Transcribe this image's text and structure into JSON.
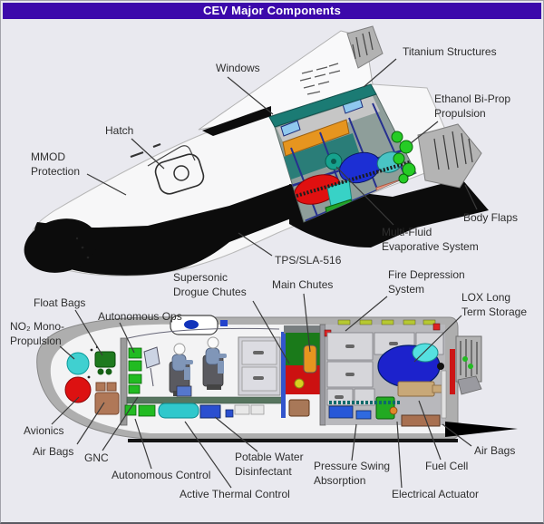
{
  "title": "CEV Major Components",
  "colors": {
    "titlebar_bg": "#3c09ab",
    "titlebar_text": "#ffffff",
    "page_bg": "#e9e9ef",
    "label_text": "#2e2e2e",
    "leader_line": "#3a3a3a"
  },
  "palette": {
    "nose_black": "#0c0c0c",
    "hull_white": "#f7f7f8",
    "shell_gray": "#aeaeae",
    "teal_roof": "#1b7b74",
    "truss_blue": "#26308f",
    "tank_red": "#e01010",
    "tank_blue": "#1c2fd4",
    "tank_cyan": "#49c4c4",
    "thruster_green": "#25cc25",
    "chute_green": "#1a7a1a",
    "chute_red": "#cc1111",
    "chute_orange": "#e6951f",
    "lox_blue": "#1c22cc",
    "fuel_cell_tan": "#c8a878",
    "actuator_green": "#22aa22",
    "airbag_brown": "#a87050",
    "float_bag_green": "#1e7a1e",
    "mono_prop_cyan": "#40d0d0",
    "avionics_red": "#dd1111",
    "thermal_cyan": "#30c8cc"
  },
  "labels": {
    "windows": "Windows",
    "titanium_structures": "Titanium Structures",
    "ethanol_biprop": "Ethanol Bi-Prop\nPropulsion",
    "hatch": "Hatch",
    "mmod_protection": "MMOD\nProtection",
    "body_flaps": "Body Flaps",
    "multi_fluid": "Multi-Fluid\nEvaporative System",
    "tps": "TPS/SLA-516",
    "supersonic_drogue": "Supersonic\nDrogue Chutes",
    "main_chutes": "Main Chutes",
    "fire_depression": "Fire Depression\nSystem",
    "lox_storage": "LOX Long\nTerm Storage",
    "float_bags": "Float Bags",
    "autonomous_ops": "Autonomous Ops",
    "no2_mono": "NO₂ Mono-\nPropulsion",
    "avionics": "Avionics",
    "air_bags_left": "Air Bags",
    "gnc": "GNC",
    "autonomous_control": "Autonomous Control",
    "potable_water": "Potable Water\nDisinfectant",
    "active_thermal": "Active Thermal Control",
    "pressure_swing": "Pressure Swing\nAbsorption",
    "fuel_cell": "Fuel Cell",
    "air_bags_right": "Air Bags",
    "electrical_actuator": "Electrical Actuator"
  }
}
